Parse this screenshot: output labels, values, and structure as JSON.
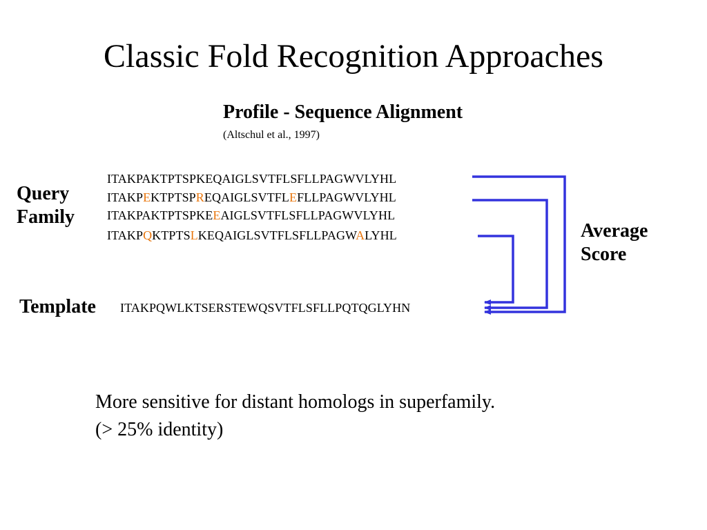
{
  "slide": {
    "title": "Classic Fold Recognition Approaches",
    "method_title": "Profile -  Sequence Alignment",
    "citation": "(Altschul et al., 1997)"
  },
  "labels": {
    "query_line1": "Query",
    "query_line2": "Family",
    "template": "Template",
    "score_line1": "Average",
    "score_line2": "Score"
  },
  "query_family": [
    {
      "parts": [
        {
          "text": "ITAKPAKTPTSPKEQAIGLSVTFLSFLLPAGWVLYHL"
        }
      ]
    },
    {
      "parts": [
        {
          "text": "ITAKP"
        },
        {
          "text": "E",
          "highlight": true
        },
        {
          "text": "KTPTSP"
        },
        {
          "text": "R",
          "highlight": true
        },
        {
          "text": "EQAIGLSVTFL"
        },
        {
          "text": "E",
          "highlight": true
        },
        {
          "text": "FLLPAGWVLYHL"
        }
      ]
    },
    {
      "parts": [
        {
          "text": "ITAKPAKTPTSPKE"
        },
        {
          "text": "E",
          "highlight": true
        },
        {
          "text": "AIGLSVTFLSFLLPAGWVLYHL"
        }
      ]
    },
    {
      "parts": [
        {
          "text": "ITAKP"
        },
        {
          "text": "Q",
          "highlight": true
        },
        {
          "text": "KTPTS"
        },
        {
          "text": "L",
          "highlight": true
        },
        {
          "text": "KEQAIGLSVTFLSFLLPAGW"
        },
        {
          "text": "A",
          "highlight": true
        },
        {
          "text": "LYHL"
        }
      ]
    }
  ],
  "template_sequence": "ITAKPQWLKTSERSTEWQSVTFLSFLLPQTQGLYHN",
  "note": {
    "line1": "More sensitive for distant homologs in superfamily.",
    "line2": "(> 25% identity)"
  },
  "colors": {
    "connector": "#3333dd",
    "highlight": "#e8750c"
  }
}
